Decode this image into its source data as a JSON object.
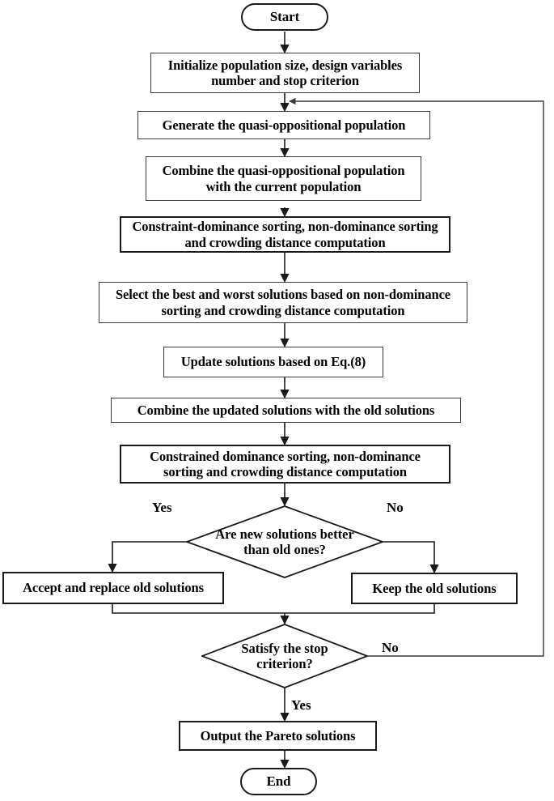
{
  "diagram": {
    "title": "Multi-objective quasi-oppositional optimization algorithm flowchart",
    "type": "flowchart",
    "colors": {
      "background": "#ffffff",
      "stroke": "#1a1a1a",
      "thin_stroke": "#3a3a3a",
      "text": "#000000"
    },
    "nodes": [
      {
        "id": "start",
        "shape": "terminator",
        "label": "Start"
      },
      {
        "id": "initialize",
        "shape": "process",
        "label": "Initialize population size, design variables number and stop criterion"
      },
      {
        "id": "generate",
        "shape": "process",
        "label": "Generate the quasi-oppositional population"
      },
      {
        "id": "combine1",
        "shape": "process",
        "label": "Combine the quasi-oppositional population with the current population"
      },
      {
        "id": "sort1",
        "shape": "process",
        "label": "Constraint-dominance sorting, non-dominance sorting and crowding distance computation"
      },
      {
        "id": "select",
        "shape": "process",
        "label": "Select the best and worst solutions based on non-dominance sorting and crowding distance computation"
      },
      {
        "id": "update",
        "shape": "process",
        "label": "Update solutions based on Eq.(8)"
      },
      {
        "id": "combine2",
        "shape": "process",
        "label": "Combine the updated solutions with the old solutions"
      },
      {
        "id": "sort2",
        "shape": "process",
        "label": "Constrained dominance sorting, non-dominance sorting and crowding distance computation"
      },
      {
        "id": "decision1",
        "shape": "decision",
        "label": "Are new solutions better than old ones?"
      },
      {
        "id": "accept",
        "shape": "process",
        "label": "Accept and replace old solutions"
      },
      {
        "id": "keep",
        "shape": "process",
        "label": "Keep the old solutions"
      },
      {
        "id": "decision2",
        "shape": "decision",
        "label": "Satisfy the stop criterion?"
      },
      {
        "id": "output",
        "shape": "process",
        "label": "Output the Pareto solutions"
      },
      {
        "id": "end",
        "shape": "terminator",
        "label": "End"
      }
    ],
    "edge_labels": {
      "decision1_yes": "Yes",
      "decision1_no": "No",
      "decision2_no": "No",
      "decision2_yes": "Yes"
    }
  }
}
